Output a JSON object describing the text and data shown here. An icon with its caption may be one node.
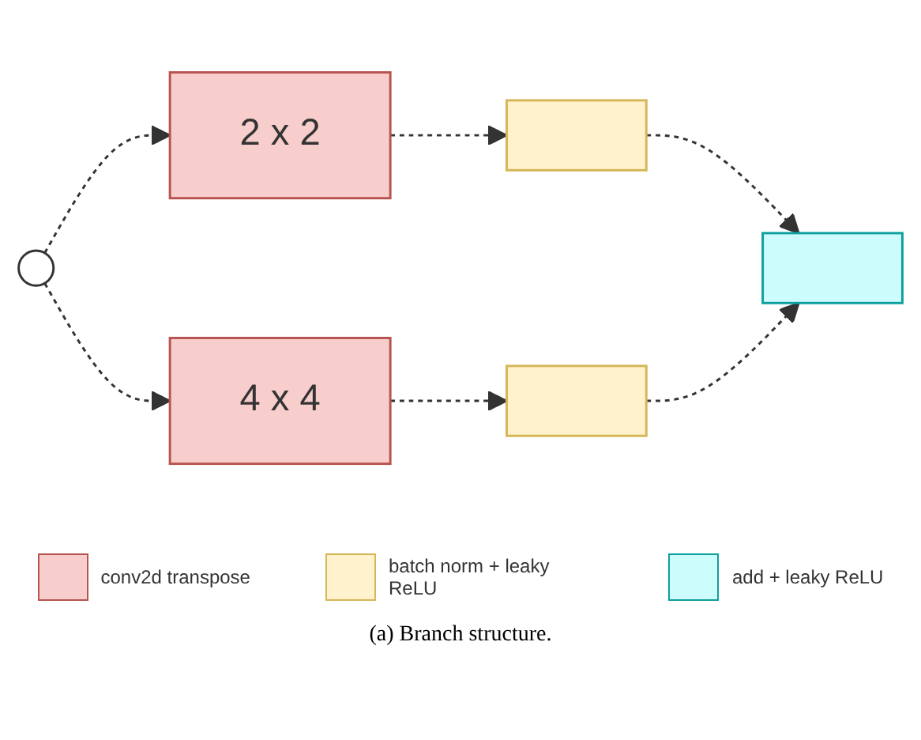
{
  "diagram": {
    "caption": "(a) Branch structure.",
    "nodes": [
      {
        "text": [],
        "shape": "circle"
      },
      {
        "text": [
          "2 x 2"
        ]
      },
      {
        "text": [],
        "shape": "box"
      },
      {
        "text": [],
        "shape": "box"
      },
      {
        "text": [
          "4 x 4"
        ]
      },
      {
        "text": [],
        "shape": "box"
      }
    ],
    "edges": [
      {
        "from": 0,
        "to": 1,
        "arrow": "to",
        "style": "dashed"
      },
      {
        "from": 0,
        "to": 4,
        "arrow": "to",
        "style": "dashed"
      },
      {
        "from": 1,
        "to": 2,
        "arrow": "to",
        "style": "dashed"
      },
      {
        "from": 2,
        "to": 3,
        "arrow": "to",
        "style": "dashed"
      },
      {
        "from": 4,
        "to": 5,
        "arrow": "to",
        "style": "dashed"
      },
      {
        "from": 5,
        "to": 3,
        "arrow": "to",
        "style": "dashed"
      }
    ],
    "legend": [
      {
        "text": "conv2d transpose",
        "color": "#f8cecc"
      },
      {
        "text": "batch norm + leaky ReLU",
        "color": "#fff2cc"
      },
      {
        "text": "add + leaky ReLU",
        "color": "#ccfcfc"
      }
    ]
  }
}
